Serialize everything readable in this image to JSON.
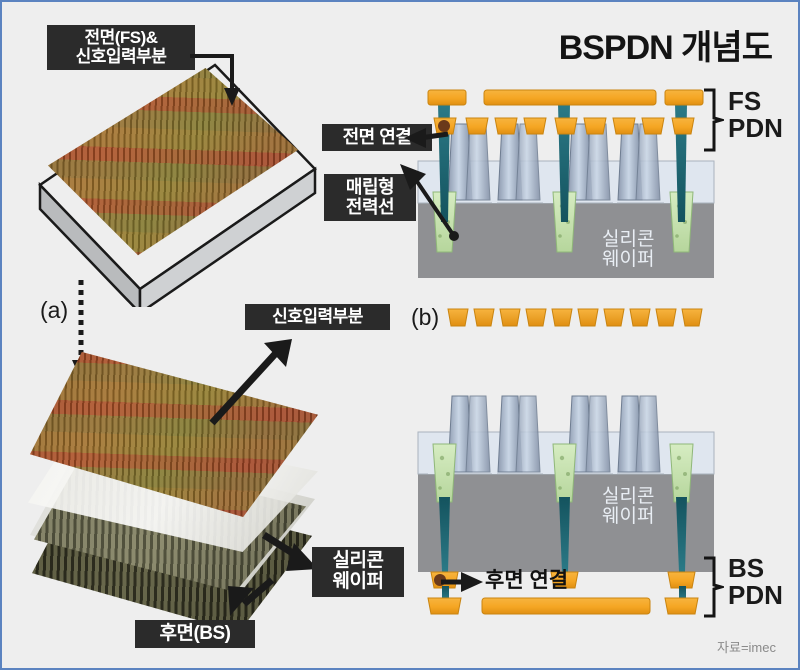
{
  "title": "BSPDN 개념도",
  "source": "자료=imec",
  "panels": {
    "a_label": "(a)",
    "b_label": "(b)"
  },
  "labels": {
    "front_side": "전면(FS)&\n신호입력부분",
    "signal_input": "신호입력부분",
    "silicon_wafer_left": "실리콘\n웨이퍼",
    "back_side": "후면(BS)",
    "front_connection": "전면 연결",
    "buried_power_rail": "매립형\n전력선",
    "back_connection": "후면 연결"
  },
  "diagram": {
    "fs_pdn": "FS\nPDN",
    "bs_pdn": "BS\nPDN",
    "silicon_wafer_top": "실리콘\n웨이퍼",
    "silicon_wafer_bottom": "실리콘\n웨이퍼"
  },
  "colors": {
    "background": "#eeeeee",
    "border": "#5b83c0",
    "tag_bg": "#2b2b2b",
    "tag_text": "#ffffff",
    "metal_orange": "#f4a623",
    "via_teal": "#1f5f6b",
    "silicon_gray": "#8f9093",
    "oxide_light": "#dfe6ef",
    "contact_green": "#c7e0b0",
    "fin_blue": "#9aa8bd",
    "title_text": "#141414",
    "source_text": "#8a8a8a"
  }
}
